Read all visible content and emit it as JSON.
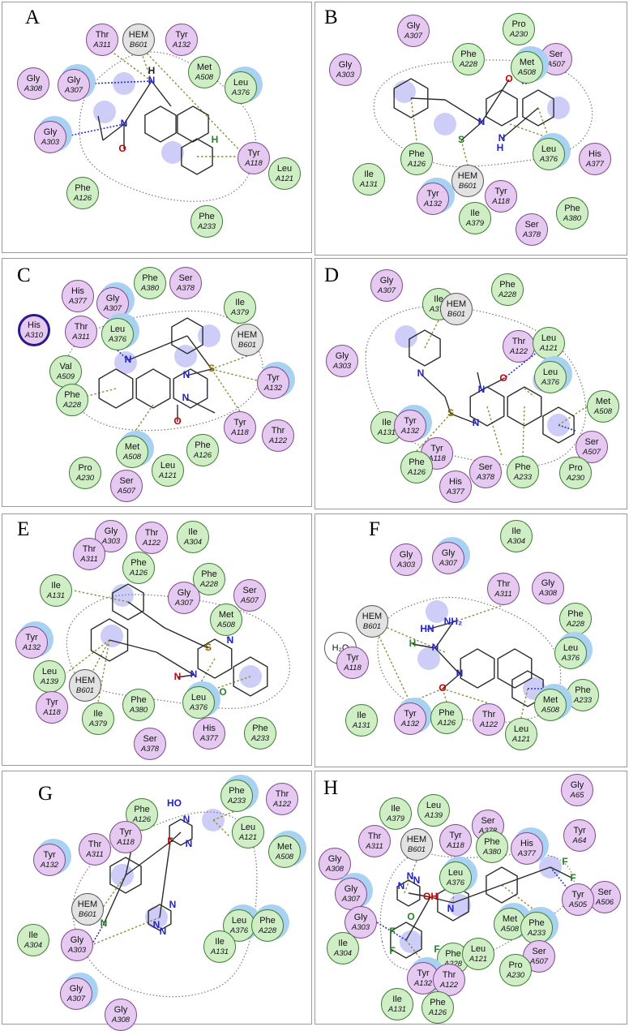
{
  "colors": {
    "polar": "#e5c9f0",
    "hydrophobic": "#cfeec6",
    "heme": "#e2e2e2",
    "water": "#ffffff",
    "halo": "#a9d2f2"
  },
  "panels": [
    {
      "id": "A",
      "label": "A",
      "residues": [
        {
          "n": "Thr",
          "s": "A311",
          "c": "pk"
        },
        {
          "n": "HEM",
          "s": "B601",
          "c": "gy"
        },
        {
          "n": "Tyr",
          "s": "A132",
          "c": "pk"
        },
        {
          "n": "Met",
          "s": "A508",
          "c": "gr"
        },
        {
          "n": "Gly",
          "s": "A308",
          "c": "pk"
        },
        {
          "n": "Gly",
          "s": "A307",
          "c": "pk",
          "h": 1
        },
        {
          "n": "Leu",
          "s": "A376",
          "c": "gr",
          "h": 1
        },
        {
          "n": "Gly",
          "s": "A303",
          "c": "pk",
          "h": 1
        },
        {
          "n": "Tyr",
          "s": "A118",
          "c": "pk"
        },
        {
          "n": "Leu",
          "s": "A121",
          "c": "gr"
        },
        {
          "n": "Phe",
          "s": "A126",
          "c": "gr"
        },
        {
          "n": "Phe",
          "s": "A233",
          "c": "gr"
        }
      ],
      "atoms": [
        "N",
        "H",
        "N",
        "O",
        "H"
      ]
    },
    {
      "id": "B",
      "label": "B",
      "residues": [
        {
          "n": "Gly",
          "s": "A307",
          "c": "pk"
        },
        {
          "n": "Pro",
          "s": "A230",
          "c": "gr"
        },
        {
          "n": "Phe",
          "s": "A228",
          "c": "gr"
        },
        {
          "n": "Ser",
          "s": "A507",
          "c": "pk"
        },
        {
          "n": "Gly",
          "s": "A303",
          "c": "pk"
        },
        {
          "n": "Met",
          "s": "A508",
          "c": "gr",
          "h": 1
        },
        {
          "n": "Phe",
          "s": "A126",
          "c": "gr"
        },
        {
          "n": "Leu",
          "s": "A376",
          "c": "gr",
          "h": 1
        },
        {
          "n": "His",
          "s": "A377",
          "c": "pk"
        },
        {
          "n": "Ile",
          "s": "A131",
          "c": "gr"
        },
        {
          "n": "HEM",
          "s": "B601",
          "c": "gy"
        },
        {
          "n": "Tyr",
          "s": "A132",
          "c": "pk",
          "h": 1
        },
        {
          "n": "Tyr",
          "s": "A118",
          "c": "pk"
        },
        {
          "n": "Phe",
          "s": "A380",
          "c": "gr"
        },
        {
          "n": "Ile",
          "s": "A379",
          "c": "gr"
        },
        {
          "n": "Ser",
          "s": "A378",
          "c": "pk"
        }
      ],
      "atoms": [
        "O",
        "N",
        "N",
        "H",
        "S"
      ]
    },
    {
      "id": "C",
      "label": "C",
      "residues": [
        {
          "n": "Phe",
          "s": "A380",
          "c": "gr"
        },
        {
          "n": "Ser",
          "s": "A378",
          "c": "pk"
        },
        {
          "n": "His",
          "s": "A377",
          "c": "pk"
        },
        {
          "n": "Gly",
          "s": "A307",
          "c": "pk",
          "h": 1
        },
        {
          "n": "Ile",
          "s": "A379",
          "c": "gr"
        },
        {
          "n": "His",
          "s": "A310",
          "c": "dk"
        },
        {
          "n": "Thr",
          "s": "A311",
          "c": "pk"
        },
        {
          "n": "Leu",
          "s": "A376",
          "c": "gr",
          "h": 1
        },
        {
          "n": "HEM",
          "s": "B601",
          "c": "gy"
        },
        {
          "n": "Val",
          "s": "A509",
          "c": "gr"
        },
        {
          "n": "Tyr",
          "s": "A132",
          "c": "pk",
          "h": 1
        },
        {
          "n": "Phe",
          "s": "A228",
          "c": "gr"
        },
        {
          "n": "Thr",
          "s": "A122",
          "c": "pk"
        },
        {
          "n": "Tyr",
          "s": "A118",
          "c": "pk"
        },
        {
          "n": "Met",
          "s": "A508",
          "c": "gr",
          "h": 1
        },
        {
          "n": "Phe",
          "s": "A126",
          "c": "gr"
        },
        {
          "n": "Pro",
          "s": "A230",
          "c": "gr"
        },
        {
          "n": "Leu",
          "s": "A121",
          "c": "gr"
        },
        {
          "n": "Ser",
          "s": "A507",
          "c": "pk"
        }
      ],
      "atoms": [
        "N",
        "S",
        "N",
        "N",
        "O"
      ]
    },
    {
      "id": "D",
      "label": "D",
      "residues": [
        {
          "n": "Gly",
          "s": "A307",
          "c": "pk"
        },
        {
          "n": "Phe",
          "s": "A228",
          "c": "gr"
        },
        {
          "n": "Ile",
          "s": "A379",
          "c": "gr"
        },
        {
          "n": "HEM",
          "s": "B601",
          "c": "gy"
        },
        {
          "n": "Thr",
          "s": "A122",
          "c": "pk"
        },
        {
          "n": "Leu",
          "s": "A121",
          "c": "gr"
        },
        {
          "n": "Gly",
          "s": "A303",
          "c": "pk"
        },
        {
          "n": "Leu",
          "s": "A376",
          "c": "gr",
          "h": 1
        },
        {
          "n": "Met",
          "s": "A508",
          "c": "gr"
        },
        {
          "n": "Ile",
          "s": "A131",
          "c": "gr"
        },
        {
          "n": "Tyr",
          "s": "A132",
          "c": "pk",
          "h": 1
        },
        {
          "n": "Ser",
          "s": "A507",
          "c": "pk"
        },
        {
          "n": "Tyr",
          "s": "A118",
          "c": "pk"
        },
        {
          "n": "Phe",
          "s": "A126",
          "c": "gr"
        },
        {
          "n": "Ser",
          "s": "A378",
          "c": "pk"
        },
        {
          "n": "Phe",
          "s": "A233",
          "c": "gr"
        },
        {
          "n": "Pro",
          "s": "A230",
          "c": "gr"
        },
        {
          "n": "His",
          "s": "A377",
          "c": "pk"
        }
      ],
      "atoms": [
        "N",
        "O",
        "N",
        "N",
        "S"
      ]
    },
    {
      "id": "E",
      "label": "E",
      "residues": [
        {
          "n": "Gly",
          "s": "A303",
          "c": "pk"
        },
        {
          "n": "Thr",
          "s": "A122",
          "c": "pk"
        },
        {
          "n": "Ile",
          "s": "A304",
          "c": "gr"
        },
        {
          "n": "Thr",
          "s": "A311",
          "c": "pk"
        },
        {
          "n": "Phe",
          "s": "A126",
          "c": "gr"
        },
        {
          "n": "Phe",
          "s": "A228",
          "c": "gr"
        },
        {
          "n": "Ile",
          "s": "A131",
          "c": "gr"
        },
        {
          "n": "Gly",
          "s": "A307",
          "c": "pk"
        },
        {
          "n": "Ser",
          "s": "A507",
          "c": "pk"
        },
        {
          "n": "Met",
          "s": "A508",
          "c": "gr"
        },
        {
          "n": "Tyr",
          "s": "A132",
          "c": "pk",
          "h": 1
        },
        {
          "n": "Leu",
          "s": "A139",
          "c": "gr"
        },
        {
          "n": "HEM",
          "s": "B601",
          "c": "gy"
        },
        {
          "n": "Tyr",
          "s": "A118",
          "c": "pk"
        },
        {
          "n": "Ile",
          "s": "A379",
          "c": "gr"
        },
        {
          "n": "Phe",
          "s": "A380",
          "c": "gr"
        },
        {
          "n": "Leu",
          "s": "A376",
          "c": "gr",
          "h": 1
        },
        {
          "n": "His",
          "s": "A377",
          "c": "pk"
        },
        {
          "n": "Phe",
          "s": "A233",
          "c": "gr"
        },
        {
          "n": "Ser",
          "s": "A378",
          "c": "pk"
        }
      ],
      "atoms": [
        "S",
        "N",
        "N",
        "N",
        "O"
      ]
    },
    {
      "id": "F",
      "label": "F",
      "residues": [
        {
          "n": "Ile",
          "s": "A304",
          "c": "gr"
        },
        {
          "n": "Gly",
          "s": "A303",
          "c": "pk"
        },
        {
          "n": "Gly",
          "s": "A307",
          "c": "pk",
          "h": 1
        },
        {
          "n": "Thr",
          "s": "A311",
          "c": "pk"
        },
        {
          "n": "Gly",
          "s": "A308",
          "c": "pk"
        },
        {
          "n": "HEM",
          "s": "B601",
          "c": "gy"
        },
        {
          "n": "Phe",
          "s": "A228",
          "c": "gr"
        },
        {
          "n": "H₂O",
          "s": "",
          "c": "wh"
        },
        {
          "n": "Tyr",
          "s": "A118",
          "c": "pk"
        },
        {
          "n": "Leu",
          "s": "A376",
          "c": "gr",
          "h": 1
        },
        {
          "n": "Phe",
          "s": "A233",
          "c": "gr"
        },
        {
          "n": "Met",
          "s": "A508",
          "c": "gr",
          "h": 1
        },
        {
          "n": "Ile",
          "s": "A131",
          "c": "gr"
        },
        {
          "n": "Tyr",
          "s": "A132",
          "c": "pk",
          "h": 1
        },
        {
          "n": "Phe",
          "s": "A126",
          "c": "gr"
        },
        {
          "n": "Thr",
          "s": "A122",
          "c": "pk"
        },
        {
          "n": "Leu",
          "s": "A121",
          "c": "gr"
        }
      ],
      "atoms": [
        "NH₂",
        "HN",
        "H",
        "N",
        "N",
        "O"
      ]
    },
    {
      "id": "G",
      "label": "G",
      "residues": [
        {
          "n": "Phe",
          "s": "A233",
          "c": "gr",
          "h": 1
        },
        {
          "n": "Thr",
          "s": "A122",
          "c": "pk"
        },
        {
          "n": "Phe",
          "s": "A126",
          "c": "gr"
        },
        {
          "n": "Leu",
          "s": "A121",
          "c": "gr"
        },
        {
          "n": "Tyr",
          "s": "A118",
          "c": "pk"
        },
        {
          "n": "Met",
          "s": "A508",
          "c": "gr",
          "h": 1
        },
        {
          "n": "Thr",
          "s": "A311",
          "c": "pk"
        },
        {
          "n": "Tyr",
          "s": "A132",
          "c": "pk",
          "h": 1
        },
        {
          "n": "HEM",
          "s": "B601",
          "c": "gy"
        },
        {
          "n": "Leu",
          "s": "A376",
          "c": "gr",
          "h": 1
        },
        {
          "n": "Phe",
          "s": "A228",
          "c": "gr",
          "h": 1
        },
        {
          "n": "Ile",
          "s": "A304",
          "c": "gr"
        },
        {
          "n": "Gly",
          "s": "A303",
          "c": "pk"
        },
        {
          "n": "Ile",
          "s": "A131",
          "c": "gr"
        },
        {
          "n": "Gly",
          "s": "A307",
          "c": "pk",
          "h": 1
        },
        {
          "n": "Gly",
          "s": "A308",
          "c": "pk"
        }
      ],
      "atoms": [
        "HO",
        "F",
        "F",
        "N",
        "N",
        "N",
        "N",
        "N",
        "N"
      ]
    },
    {
      "id": "H",
      "label": "H",
      "residues": [
        {
          "n": "Gly",
          "s": "A65",
          "c": "pk"
        },
        {
          "n": "Ile",
          "s": "A379",
          "c": "gr"
        },
        {
          "n": "Leu",
          "s": "A139",
          "c": "gr"
        },
        {
          "n": "Ser",
          "s": "A378",
          "c": "pk"
        },
        {
          "n": "Tyr",
          "s": "A64",
          "c": "pk"
        },
        {
          "n": "Thr",
          "s": "A311",
          "c": "pk"
        },
        {
          "n": "HEM",
          "s": "B601",
          "c": "gy"
        },
        {
          "n": "Tyr",
          "s": "A118",
          "c": "pk"
        },
        {
          "n": "Phe",
          "s": "A380",
          "c": "gr"
        },
        {
          "n": "His",
          "s": "A377",
          "c": "pk",
          "h": 1
        },
        {
          "n": "Gly",
          "s": "A308",
          "c": "pk"
        },
        {
          "n": "Leu",
          "s": "A376",
          "c": "gr",
          "h": 1
        },
        {
          "n": "Gly",
          "s": "A307",
          "c": "pk",
          "h": 1
        },
        {
          "n": "Ser",
          "s": "A506",
          "c": "pk"
        },
        {
          "n": "Tyr",
          "s": "A505",
          "c": "pk"
        },
        {
          "n": "Gly",
          "s": "A303",
          "c": "pk"
        },
        {
          "n": "Met",
          "s": "A508",
          "c": "gr",
          "h": 1
        },
        {
          "n": "Phe",
          "s": "A233",
          "c": "gr",
          "h": 1
        },
        {
          "n": "Ile",
          "s": "A304",
          "c": "gr"
        },
        {
          "n": "Ser",
          "s": "A507",
          "c": "pk"
        },
        {
          "n": "Phe",
          "s": "A228",
          "c": "gr"
        },
        {
          "n": "Leu",
          "s": "A121",
          "c": "gr"
        },
        {
          "n": "Pro",
          "s": "A230",
          "c": "gr"
        },
        {
          "n": "Tyr",
          "s": "A132",
          "c": "pk",
          "h": 1
        },
        {
          "n": "Thr",
          "s": "A122",
          "c": "pk"
        },
        {
          "n": "Ile",
          "s": "A131",
          "c": "gr"
        },
        {
          "n": "Phe",
          "s": "A126",
          "c": "gr"
        }
      ],
      "atoms": [
        "OH",
        "O",
        "F",
        "F",
        "F",
        "F",
        "F",
        "N",
        "N",
        "N",
        "N",
        "N"
      ]
    }
  ]
}
